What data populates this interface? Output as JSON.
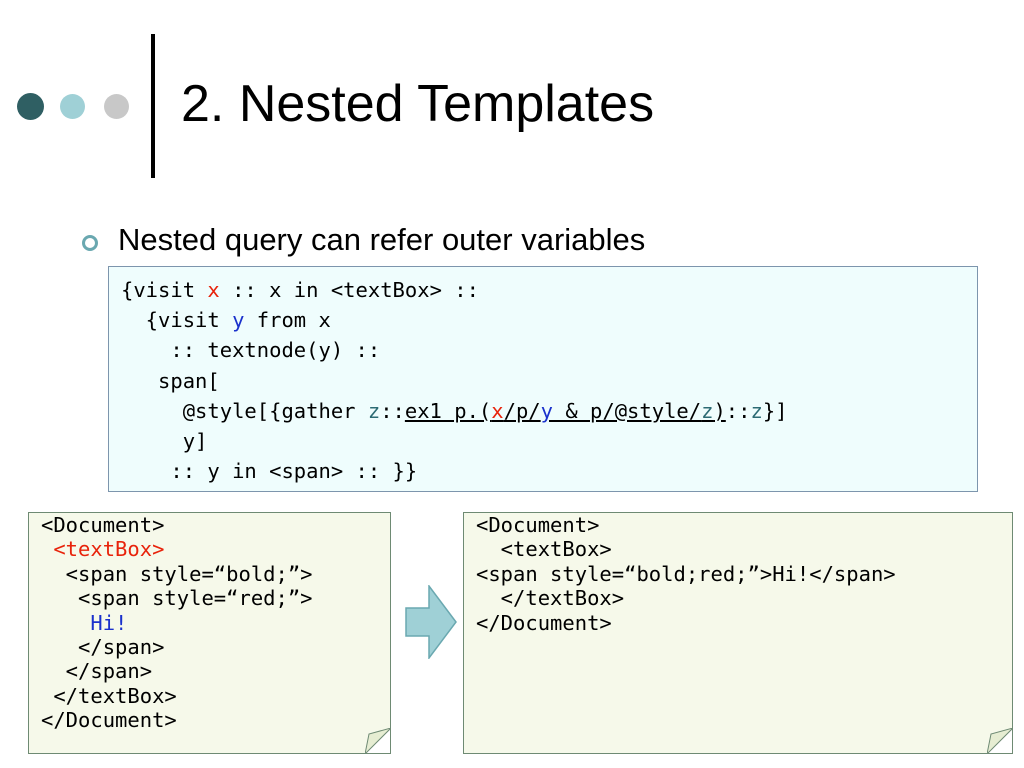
{
  "slide": {
    "title": "2. Nested Templates",
    "bullet": "Nested query can refer outer variables"
  },
  "code": {
    "line1": {
      "a": "{visit ",
      "x": "x",
      "b": " :: x in <textBox> ::"
    },
    "line2": {
      "a": "  {visit ",
      "y": "y",
      "b": " from x"
    },
    "line3": "    :: textnode(y) ::",
    "line4": "   span[",
    "line5": {
      "a": "     @style[{gather ",
      "z1": "z",
      "b": "::",
      "c": "ex1 p.(",
      "x": "x",
      "d": "/p/",
      "y": "y",
      "e": " & p/@style/",
      "z2": "z",
      "f": ")",
      "g": "::",
      "z3": "z",
      "h": "}]"
    },
    "line6": "     y]",
    "line7": "    :: y in <span> :: }}"
  },
  "input_doc": [
    "<Document>",
    " <textBox>",
    "  <span style=“bold;”>",
    "   <span style=“red;”>",
    "    Hi!",
    "   </span>",
    "  </span>",
    " </textBox>",
    "</Document>"
  ],
  "output_doc": [
    "<Document>",
    "  <textBox>",
    "",
    "",
    "<span style=“bold;red;”>Hi!</span>",
    "",
    "",
    "  </textBox>",
    "</Document>"
  ],
  "colors": {
    "variable_x": "#e8230b",
    "variable_y": "#1a31cc",
    "variable_z": "#2c6b74",
    "code_background": "#effdfd",
    "note_background": "#f6f9ea",
    "arrow_fill": "#9fd0d6"
  },
  "icons": {
    "transform_arrow": "right-arrow-icon",
    "bullet": "ring-bullet-icon"
  }
}
